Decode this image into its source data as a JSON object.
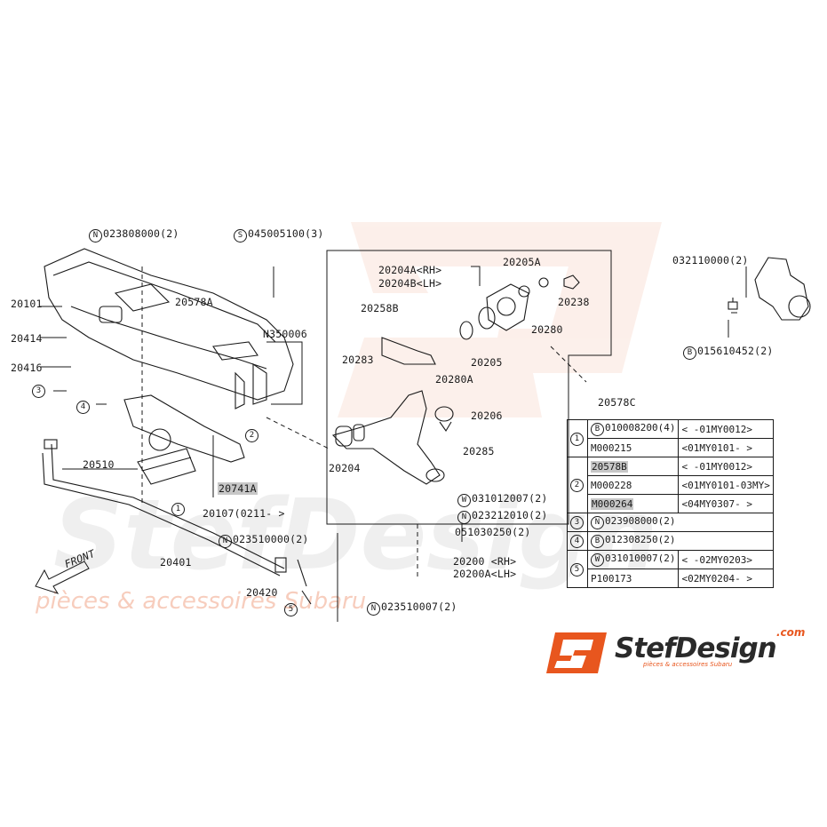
{
  "watermark": {
    "line1": "pièces & accessoires Subaru"
  },
  "brand": {
    "name": "StefDesign",
    "tld": ".com",
    "tagline": "pièces & accessoires Subaru",
    "accent": "#e8561e"
  },
  "labels": {
    "l_023808000": "023808000(2)",
    "l_045005100": "045005100(3)",
    "l_20101": "20101",
    "l_20414": "20414",
    "l_20416": "20416",
    "l_20578A": "20578A",
    "l_N350006": "N350006",
    "l_20510": "20510",
    "l_20741A": "20741A",
    "l_20107": "20107(0211-    >",
    "l_20401": "20401",
    "l_023510000": "023510000(2)",
    "l_20420": "20420",
    "l_front": "FRONT",
    "l_20204A": "20204A<RH>",
    "l_20204B": "20204B<LH>",
    "l_20205A": "20205A",
    "l_20258B": "20258B",
    "l_20238": "20238",
    "l_20280": "20280",
    "l_20283": "20283",
    "l_20205": "20205",
    "l_20280A": "20280A",
    "l_20578C": "20578C",
    "l_20206": "20206",
    "l_20285": "20285",
    "l_20204": "20204",
    "l_031012007": "031012007(2)",
    "l_023212010": "023212010(2)",
    "l_051030250": "051030250(2)",
    "l_20200": "20200  <RH>",
    "l_20200A": "20200A<LH>",
    "l_023510007": "023510007(2)",
    "l_032110000": "032110000(2)",
    "l_015610452": "015610452(2)"
  },
  "circle_letters": {
    "N": "N",
    "S": "S",
    "B": "B",
    "W": "W"
  },
  "callouts": {
    "c1": "1",
    "c2": "2",
    "c3": "3",
    "c4": "4",
    "c5": "5"
  },
  "table": {
    "rows": [
      {
        "num": "1",
        "prefix": "B",
        "part": "010008200(4)",
        "range": "<       -01MY0012>"
      },
      {
        "num": "",
        "prefix": "",
        "part": "M000215",
        "range": "<01MY0101-       >"
      },
      {
        "num": "2",
        "prefix": "",
        "part": "20578B",
        "range": "<       -01MY0012>"
      },
      {
        "num": "",
        "prefix": "",
        "part": "M000228",
        "range": "<01MY0101-03MY>"
      },
      {
        "num": "",
        "prefix": "",
        "part": "M000264",
        "range": "<04MY0307-      >"
      },
      {
        "num": "3",
        "prefix": "N",
        "part": "023908000(2)",
        "range": ""
      },
      {
        "num": "4",
        "prefix": "B",
        "part": "012308250(2)",
        "range": ""
      },
      {
        "num": "5",
        "prefix": "W",
        "part": "031010007(2)",
        "range": "<      -02MY0203>"
      },
      {
        "num": "",
        "prefix": "",
        "part": "P100173",
        "range": "<02MY0204-      >"
      }
    ]
  }
}
